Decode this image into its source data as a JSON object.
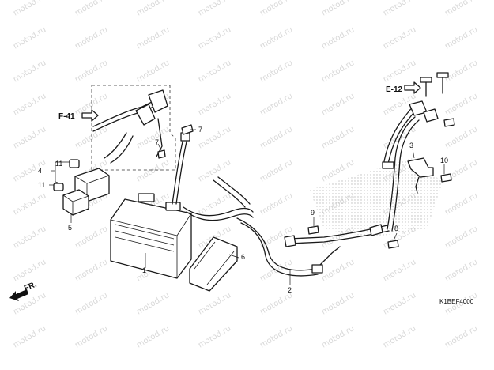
{
  "watermark": "motod.ru",
  "part_numbers": {
    "p1": "1",
    "p2": "2",
    "p3": "3",
    "p4": "4",
    "p5": "5",
    "p6": "6",
    "p7": "7",
    "p8": "8",
    "p9": "9",
    "p10": "10",
    "p11": "11"
  },
  "references": {
    "f41": "F-41",
    "e12": "E-12"
  },
  "direction_label": "FR.",
  "diagram_code": "K1BEF4000"
}
